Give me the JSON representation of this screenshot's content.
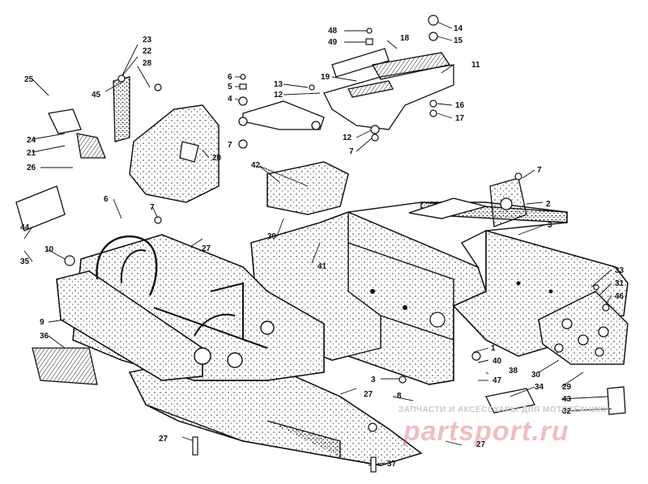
{
  "diagram": {
    "part_numbers": [
      "1",
      "2",
      "3",
      "4",
      "5",
      "6",
      "7",
      "8",
      "9",
      "10",
      "11",
      "12",
      "13",
      "14",
      "15",
      "16",
      "17",
      "18",
      "19",
      "20",
      "21",
      "22",
      "23",
      "24",
      "25",
      "26",
      "27",
      "28",
      "29",
      "30",
      "31",
      "32",
      "33",
      "34",
      "35",
      "36",
      "37",
      "38",
      "39",
      "40",
      "41",
      "42",
      "43",
      "44",
      "45",
      "46",
      "47",
      "48",
      "49"
    ],
    "callouts": [
      {
        "label": "23"
      },
      {
        "label": "22"
      },
      {
        "label": "28"
      },
      {
        "label": "25"
      },
      {
        "label": "45"
      },
      {
        "label": "24"
      },
      {
        "label": "21"
      },
      {
        "label": "26"
      },
      {
        "label": "6"
      },
      {
        "label": "5"
      },
      {
        "label": "4"
      },
      {
        "label": "7"
      },
      {
        "label": "13"
      },
      {
        "label": "12"
      },
      {
        "label": "20"
      },
      {
        "label": "48"
      },
      {
        "label": "49"
      },
      {
        "label": "18"
      },
      {
        "label": "19"
      },
      {
        "label": "14"
      },
      {
        "label": "15"
      },
      {
        "label": "11"
      },
      {
        "label": "16"
      },
      {
        "label": "17"
      },
      {
        "label": "12"
      },
      {
        "label": "7"
      },
      {
        "label": "42"
      },
      {
        "label": "39"
      },
      {
        "label": "41"
      },
      {
        "label": "6"
      },
      {
        "label": "7"
      },
      {
        "label": "27"
      },
      {
        "label": "44"
      },
      {
        "label": "10"
      },
      {
        "label": "35"
      },
      {
        "label": "9"
      },
      {
        "label": "36"
      },
      {
        "label": "7"
      },
      {
        "label": "2"
      },
      {
        "label": "3"
      },
      {
        "label": "33"
      },
      {
        "label": "31"
      },
      {
        "label": "46"
      },
      {
        "label": "1"
      },
      {
        "label": "40"
      },
      {
        "label": "38"
      },
      {
        "label": "47"
      },
      {
        "label": "30"
      },
      {
        "label": "29"
      },
      {
        "label": "43"
      },
      {
        "label": "32"
      },
      {
        "label": "3"
      },
      {
        "label": "8"
      },
      {
        "label": "27"
      },
      {
        "label": "34"
      },
      {
        "label": "27"
      },
      {
        "label": "27"
      },
      {
        "label": "37"
      }
    ]
  },
  "watermark": {
    "caption": "ЗАПЧАСТИ И АКСЕССУАРЫ ДЛЯ МОТОТЕХНИКИ",
    "brand": "partsport.ru"
  }
}
